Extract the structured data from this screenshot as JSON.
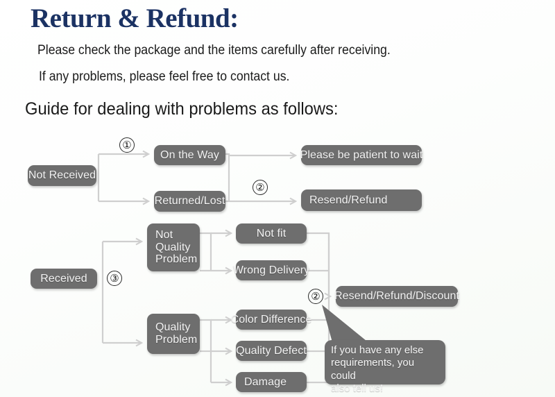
{
  "header": {
    "title": "Return & Refund:",
    "intro_line_1": "Please check the package and the items carefully after receiving.",
    "intro_line_2": "If any problems, please feel free to contact us.",
    "guide_heading": "Guide for dealing with problems as follows:"
  },
  "colors": {
    "title": "#1b3263",
    "node_fill": "#6e6e6e",
    "node_text": "#f2f2f2",
    "wire": "#cfcfcf",
    "body_text": "#1a1a1a"
  },
  "flow": {
    "nodes": {
      "not_received": "Not Received",
      "on_the_way": "On the Way",
      "returned_lost": "Returned/Lost",
      "please_wait": "Please be patient to wait",
      "resend_refund": "Resend/Refund",
      "received": "Received",
      "not_quality_problem": "Not\nQuality\nProblem",
      "quality_problem": "Quality\nProblem",
      "not_fit": "Not fit",
      "wrong_delivery": "Wrong Delivery",
      "color_difference": "Color Difference",
      "quality_defect": "Quality Defect",
      "damage": "Damage",
      "resend_refund_discount": "Resend/Refund/Discount"
    },
    "markers": {
      "one": "①",
      "two_top": "②",
      "three": "③",
      "two_bottom": "②"
    },
    "callout": "If you have any else\nrequirements, you could\nalso tell us!"
  }
}
